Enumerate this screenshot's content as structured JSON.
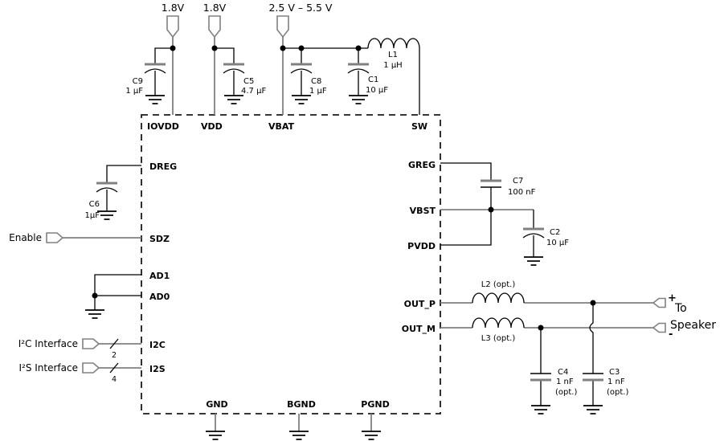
{
  "power": {
    "iovdd_supply": "1.8V",
    "vdd_supply": "1.8V",
    "vbat_supply": "2.5 V – 5.5 V"
  },
  "ic": {
    "pins": {
      "iovdd": "IOVDD",
      "vdd": "VDD",
      "vbat": "VBAT",
      "sw": "SW",
      "dreg": "DREG",
      "sdz": "SDZ",
      "ad1": "AD1",
      "ad0": "AD0",
      "i2c": "I2C",
      "i2s": "I2S",
      "greg": "GREG",
      "vbst": "VBST",
      "pvdd": "PVDD",
      "out_p": "OUT_P",
      "out_m": "OUT_M",
      "gnd": "GND",
      "bgnd": "BGND",
      "pgnd": "PGND"
    }
  },
  "components": {
    "c9": {
      "ref": "C9",
      "value": "1 µF"
    },
    "c5": {
      "ref": "C5",
      "value": "4.7 µF"
    },
    "c8": {
      "ref": "C8",
      "value": "1 µF"
    },
    "c1": {
      "ref": "C1",
      "value": "10 µF"
    },
    "l1": {
      "ref": "L1",
      "value": "1 µH"
    },
    "c6": {
      "ref": "C6",
      "value": "1µF"
    },
    "c7": {
      "ref": "C7",
      "value": "100 nF"
    },
    "c2": {
      "ref": "C2",
      "value": "10 µF"
    },
    "l2": {
      "ref": "L2 (opt.)"
    },
    "l3": {
      "ref": "L3 (opt.)"
    },
    "c4": {
      "ref": "C4",
      "value": "1 nF",
      "note": "(opt.)"
    },
    "c3": {
      "ref": "C3",
      "value": "1 nF",
      "note": "(opt.)"
    }
  },
  "signals": {
    "enable": "Enable",
    "i2c_interface": "I²C Interface",
    "i2s_interface": "I²S Interface",
    "i2c_width": "2",
    "i2s_width": "4",
    "out_plus": "+",
    "out_minus": "-",
    "speaker_line1": "To",
    "speaker_line2": "Speaker"
  },
  "colors": {
    "net_wire": "#808080",
    "component_wire": "#000000",
    "text": "#000000",
    "background": "#ffffff"
  }
}
